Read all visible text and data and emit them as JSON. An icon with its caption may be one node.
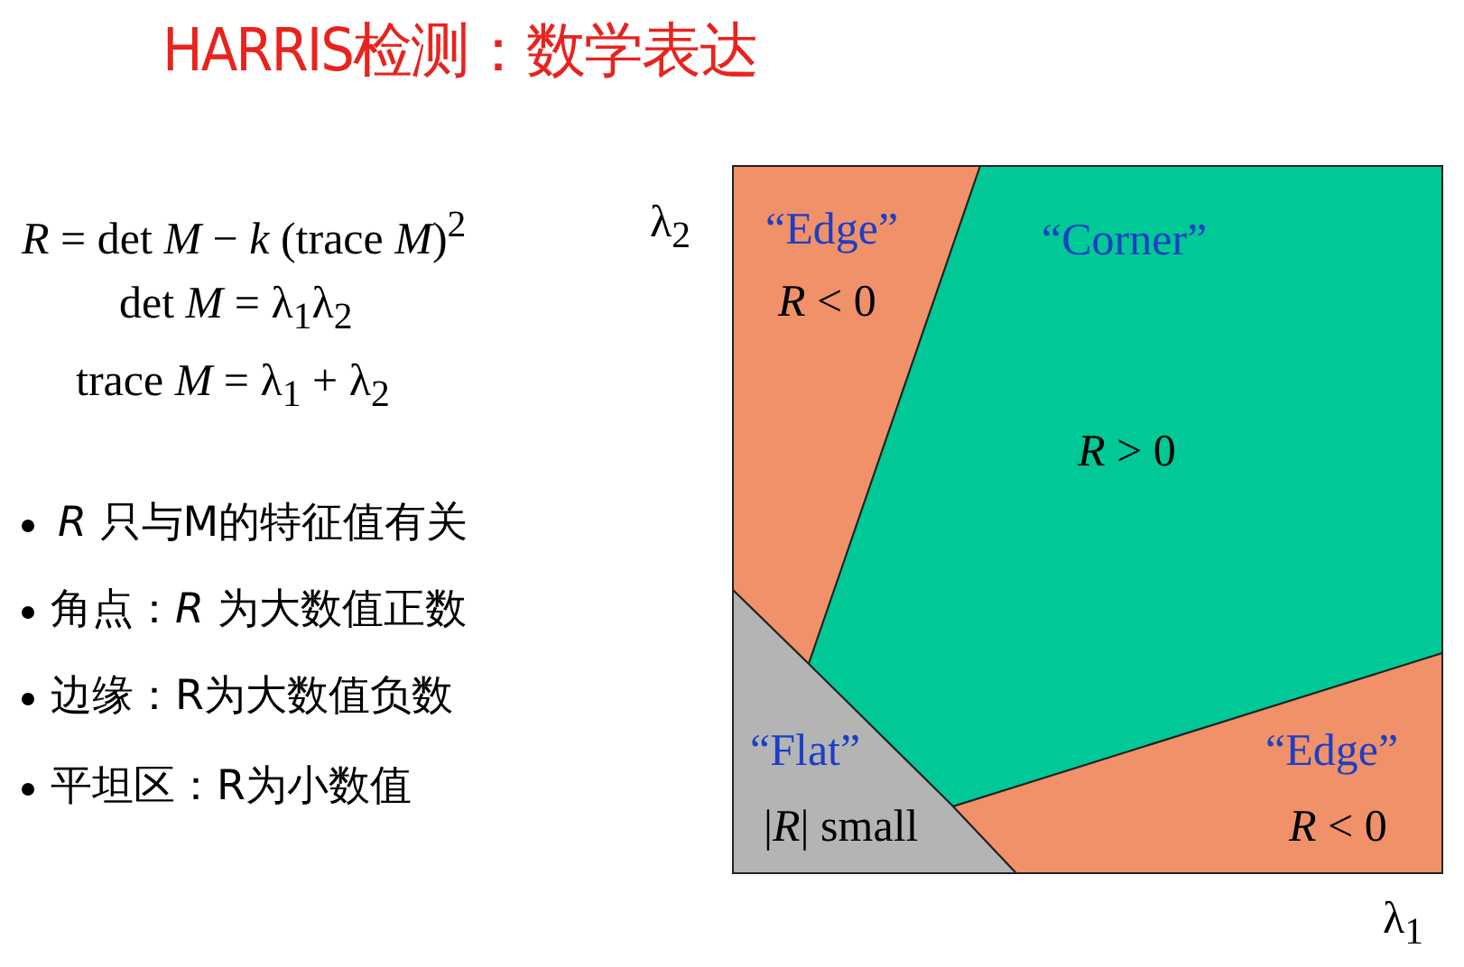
{
  "diagram": {
    "title": "HARRIS检测：数学表达",
    "nodes": [
      {
        "text": [
          "“Edge”",
          "*R* < 0"
        ]
      },
      {
        "text": [
          "“Corner”",
          "*R* > 0"
        ]
      },
      {
        "text": [
          "“Flat”",
          "|*R*| small"
        ]
      },
      {
        "text": [
          "“Edge”",
          "*R* < 0"
        ]
      }
    ],
    "labels": [
      "*R* = det *M* − *k* (trace *M*)$^{2}$",
      "det *M* = λ$_{1}$λ$_{2}$",
      "trace *M* = λ$_{1}$ + λ$_{2}$",
      "*R* 只与M的特征值有关",
      "角点：*R* 为大数值正数",
      "边缘：R为大数值负数",
      "平坦区：R为小数值",
      "λ$_{2}$",
      "λ$_{1}$"
    ]
  }
}
